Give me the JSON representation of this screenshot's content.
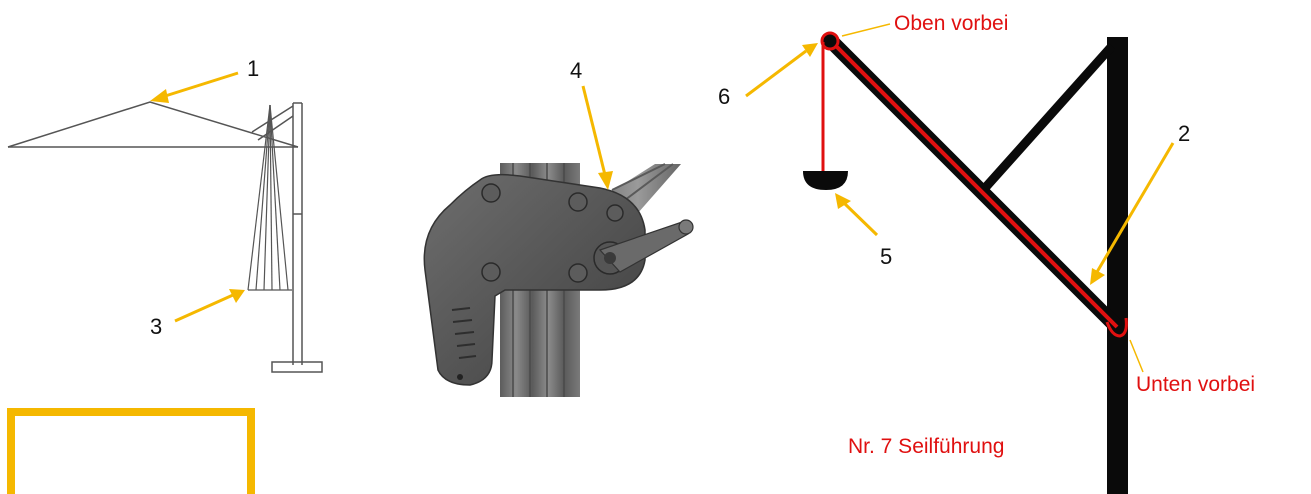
{
  "colors": {
    "arrow": "#F5B800",
    "rope": "#E01010",
    "frame": "#0A0A0A",
    "label_red": "#E01010",
    "metal_dark": "#4A4A4A",
    "metal_mid": "#6A6A6A",
    "line_gray": "#555555"
  },
  "callouts": {
    "n1": "1",
    "n2": "2",
    "n3": "3",
    "n4": "4",
    "n5": "5",
    "n6": "6"
  },
  "labels": {
    "top": "Oben vorbei",
    "bottom": "Unten vorbei",
    "title": "Nr. 7 Seilführung"
  },
  "icons": {
    "umbrella": "cantilever-umbrella-drawing",
    "clamp": "crank-clamp-photo",
    "rope_diagram": "rope-routing-diagram"
  }
}
